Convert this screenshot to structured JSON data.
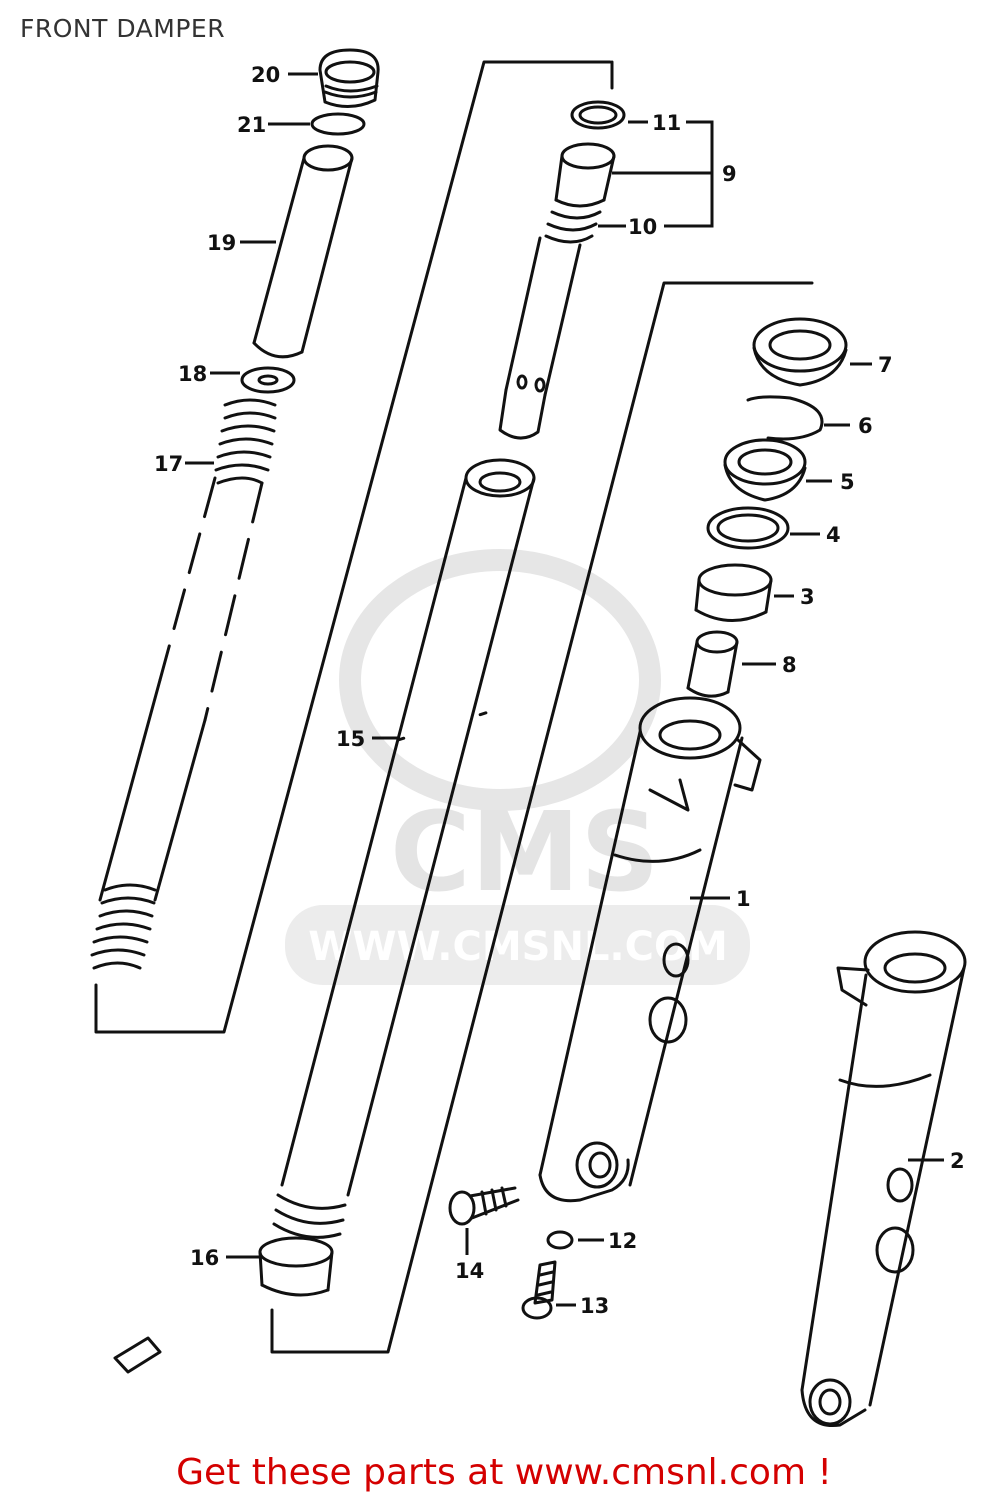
{
  "header": {
    "title": "FRONT DAMPER"
  },
  "footer": {
    "link_text": "Get these parts at www.cmsnl.com !"
  },
  "watermark": {
    "brand": "CMS",
    "url": "WWW.CMSNL.COM"
  },
  "parts": [
    {
      "ref": "1"
    },
    {
      "ref": "2"
    },
    {
      "ref": "3"
    },
    {
      "ref": "4"
    },
    {
      "ref": "5"
    },
    {
      "ref": "6"
    },
    {
      "ref": "7"
    },
    {
      "ref": "8"
    },
    {
      "ref": "9"
    },
    {
      "ref": "10"
    },
    {
      "ref": "11"
    },
    {
      "ref": "12"
    },
    {
      "ref": "13"
    },
    {
      "ref": "14"
    },
    {
      "ref": "15"
    },
    {
      "ref": "16"
    },
    {
      "ref": "17"
    },
    {
      "ref": "18"
    },
    {
      "ref": "19"
    },
    {
      "ref": "20"
    },
    {
      "ref": "21"
    }
  ],
  "colors": {
    "footer_text": "#d40000",
    "line_art": "#111111",
    "watermark": "#e4e4e4"
  }
}
